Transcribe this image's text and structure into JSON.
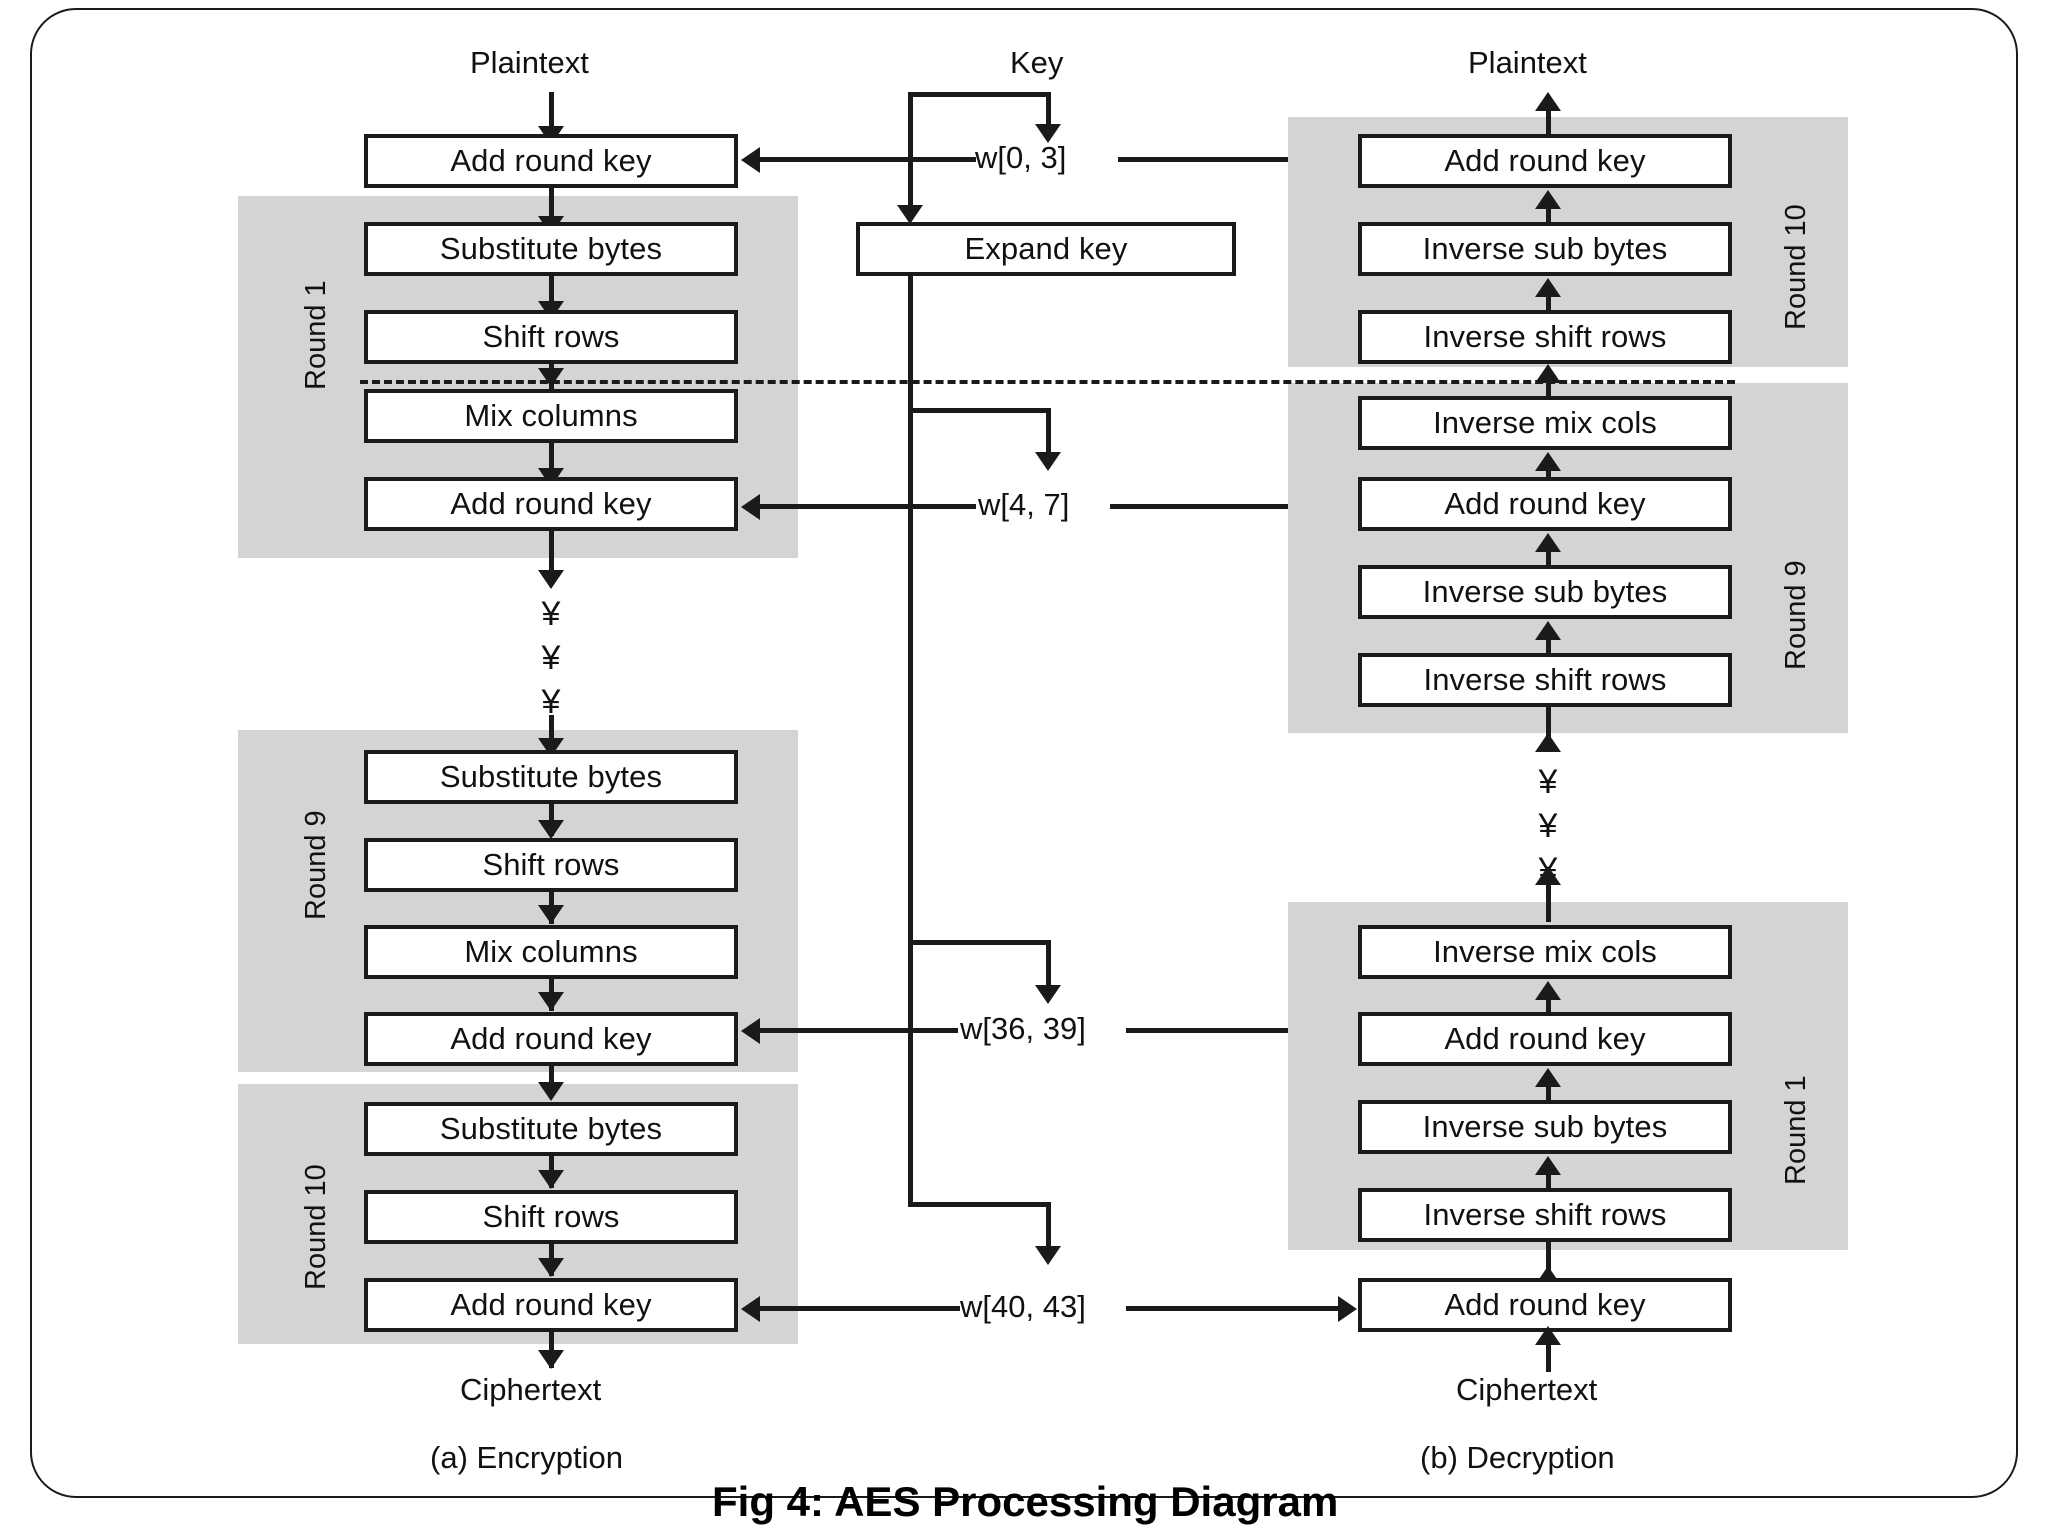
{
  "figure": {
    "title": "Fig 4: AES Processing Diagram",
    "ellipsis_glyph": "¥"
  },
  "encryption": {
    "caption": "(a) Encryption",
    "input_label": "Plaintext",
    "output_label": "Ciphertext",
    "initial_step": "Add round key",
    "round1": {
      "label": "Round 1",
      "steps": [
        "Substitute bytes",
        "Shift rows",
        "Mix columns",
        "Add round key"
      ]
    },
    "round9": {
      "label": "Round 9",
      "steps": [
        "Substitute bytes",
        "Shift rows",
        "Mix columns",
        "Add round key"
      ]
    },
    "round10": {
      "label": "Round 10",
      "steps": [
        "Substitute bytes",
        "Shift rows",
        "Add round key"
      ]
    }
  },
  "keyschedule": {
    "input_label": "Key",
    "expand_box": "Expand key",
    "words": [
      {
        "name": "w[0, 3]"
      },
      {
        "name": "w[4, 7]"
      },
      {
        "name": "w[36, 39]"
      },
      {
        "name": "w[40, 43]"
      }
    ]
  },
  "decryption": {
    "caption": "(b) Decryption",
    "input_label": "Ciphertext",
    "output_label": "Plaintext",
    "final_step": "Add round key",
    "round10": {
      "label": "Round 10",
      "steps": [
        "Add round key",
        "Inverse sub bytes",
        "Inverse shift rows"
      ]
    },
    "round9": {
      "label": "Round 9",
      "steps": [
        "Inverse mix cols",
        "Add round key",
        "Inverse sub bytes",
        "Inverse shift rows"
      ]
    },
    "round1": {
      "label": "Round 1",
      "steps": [
        "Inverse mix cols",
        "Add round key",
        "Inverse sub bytes",
        "Inverse shift rows"
      ]
    }
  },
  "colors": {
    "band": "#d4d4d4",
    "stroke": "#1a1a1a",
    "box_fill": "#ffffff",
    "page": "#ffffff"
  }
}
